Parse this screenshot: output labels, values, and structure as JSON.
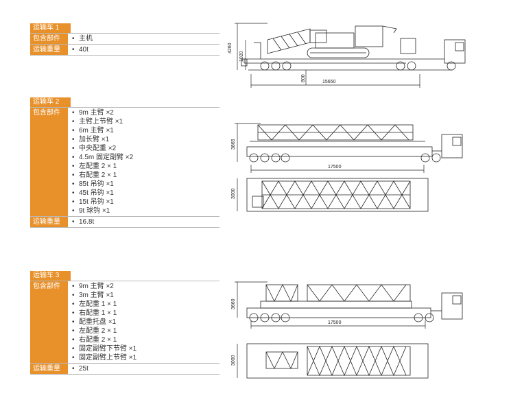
{
  "labels": {
    "contents": "包含部件",
    "weight": "运输重量"
  },
  "trucks": [
    {
      "title": "运输车 1",
      "items": [
        "主机"
      ],
      "weight": "40t",
      "dims": {
        "height": "4260",
        "h2": "1020",
        "deck": "800",
        "length": "15650"
      }
    },
    {
      "title": "运输车 2",
      "items": [
        "9m 主臂 ×2",
        "主臂上节臂 ×1",
        "6m 主臂 ×1",
        "加长臂 ×1",
        "中央配重 ×2",
        "4.5m 固定副臂 ×2",
        "左配重 2 × 1",
        "右配重 2 × 1",
        "85t 吊钩 ×1",
        "45t 吊钩 ×1",
        "15t 吊钩 ×1",
        "9t 球钩 ×1"
      ],
      "weight": "16.8t",
      "dims": {
        "height": "3865",
        "length": "17500",
        "width": "3000"
      }
    },
    {
      "title": "运输车 3",
      "items": [
        "9m 主臂 ×2",
        "3m 主臂 ×1",
        "左配重 1 × 1",
        "右配重 1 × 1",
        "配重托盘 ×1",
        "左配重 2 × 1",
        "右配重 2 × 1",
        "固定副臂下节臂 ×1",
        "固定副臂上节臂 ×1"
      ],
      "weight": "25t",
      "dims": {
        "height": "3660",
        "length": "17500",
        "width": "3000"
      }
    }
  ]
}
